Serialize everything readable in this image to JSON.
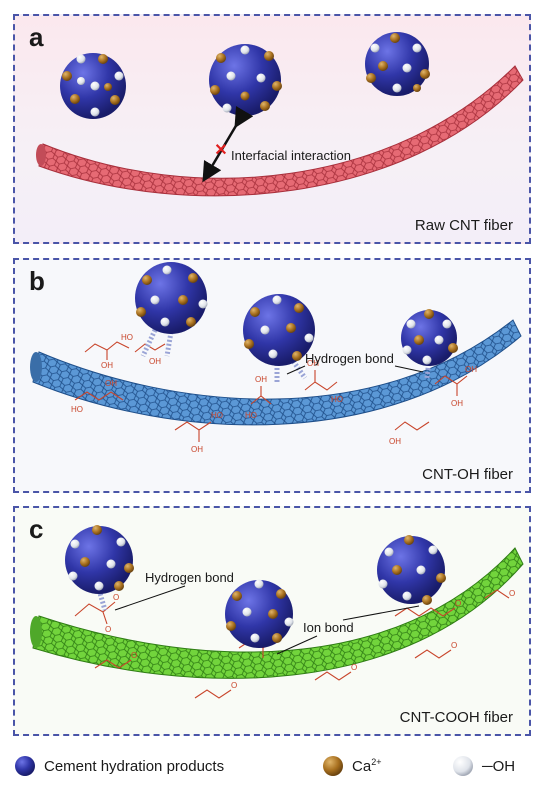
{
  "panels": {
    "a": {
      "letter": "a",
      "caption": "Raw CNT fiber",
      "label_interfacial": "Interfacial interaction"
    },
    "b": {
      "letter": "b",
      "caption": "CNT-OH fiber",
      "label_hbond": "Hydrogen bond"
    },
    "c": {
      "letter": "c",
      "caption": "CNT-COOH fiber",
      "label_hbond": "Hydrogen bond",
      "label_ion": "Ion bond"
    }
  },
  "legend": {
    "cement": "Cement hydration products",
    "calcium_base": "Ca",
    "calcium_sup": "2+",
    "hydroxyl": "─OH"
  },
  "colors": {
    "sphere": "#3a3fb5",
    "calcium": "#b57a2a",
    "hydroxyl": "#e8eaf0",
    "cnt_raw": "#e36a72",
    "cnt_oh": "#4f8ed0",
    "cnt_cooh": "#6ccf3a",
    "border": "#4a55a8",
    "chem": "#c8442a"
  }
}
